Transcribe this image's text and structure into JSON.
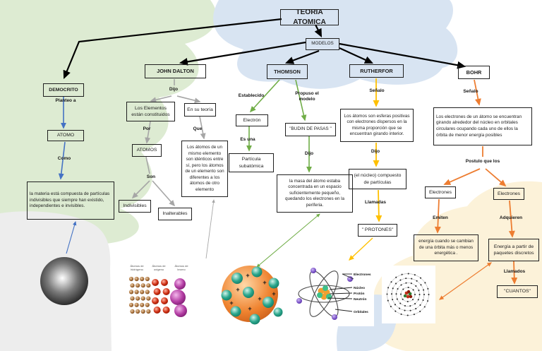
{
  "title": "TEORIA ATOMICA",
  "modelos": "MODELOS",
  "colors": {
    "black_arrow": "#000000",
    "democrito_blue": "#4472C4",
    "dalton_gray": "#A6A6A6",
    "thomson_green": "#70AD47",
    "rutherford_yellow": "#FFC000",
    "bohr_orange": "#ED7D31",
    "blob_green": "#ddebd2",
    "blob_blue": "#d8e4f2",
    "blob_cream": "#fcf2d9",
    "blob_gray": "#ededed"
  },
  "democrito": {
    "name": "DEMOCRITO",
    "planteo": "Planteo a",
    "atomo": "ATOMO",
    "como": "Como",
    "desc": "la materia está compuesta de partículas indivisibles que siempre han existido, independientes e invisibles."
  },
  "dalton": {
    "name": "JOHN DALTON",
    "dijo": "Dijo",
    "elementos": "Los Elementos están constituidos",
    "teoria": "En su teoría",
    "por": "Por",
    "que": "Que",
    "atomos": "ATOMOS",
    "son": "Son",
    "indivisibles": "Indivisibles",
    "inalterables": "Inalterables",
    "desc": "Los átomos de un mismo elemento son idénticos entre sí, pero los átomos de un elemento son diferentes a los átomos de otro elemento",
    "img_labels": [
      "Átomos de hidrógeno",
      "Átomos de oxígeno",
      "Átomos de bromo"
    ]
  },
  "thomson": {
    "name": "THOMSON",
    "establecido": "Establecido",
    "electron": "Electrón",
    "es_una": "Es una",
    "particula": "Partícula subatómica",
    "propuso": "Propuso el modelo",
    "budin": "\"BUDIN DE PASAS \"",
    "dijo": "Dijo",
    "desc": "la masa del átomo estaba concentrada en un espacio suficientemente pequeño, quedando los electrones en la periferia."
  },
  "rutherford": {
    "name": "RUTHERFOR",
    "senalo": "Señalo",
    "desc": "Los átomos son esferas positivas con electrones dispersos en la misma proporción que se encuentran girando interior.",
    "dijo": "Dijo",
    "nucleo": "(el núcleo) compuesto de partículas",
    "llamadas": "Llamadas",
    "protones": "\" PROTONES\"",
    "img_labels": [
      "Electrones",
      "Núcleo",
      "Protón",
      "Neutrón",
      "Orbitales"
    ]
  },
  "bohr": {
    "name": "BOHR",
    "senalo": "Señalo",
    "desc": "Los electrones de un átomo se encuentran girando alrededor del núcleo en orbitales circulares ocupando cada uno de ellos la órbita de menor energía posibles",
    "postulo": "Postulo que los",
    "electrones_izq": "Electrones",
    "electrones_der": "Electrones",
    "emiten": "Emiten",
    "adquieren": "Adquieren",
    "emiten_desc": "energía cuando se cambian de una órbita más o menos energética .",
    "adquieren_desc": "Energía a partir de paquetes discretos",
    "llamados": "Llamados",
    "cuantos": "\"CUANTOS\""
  }
}
